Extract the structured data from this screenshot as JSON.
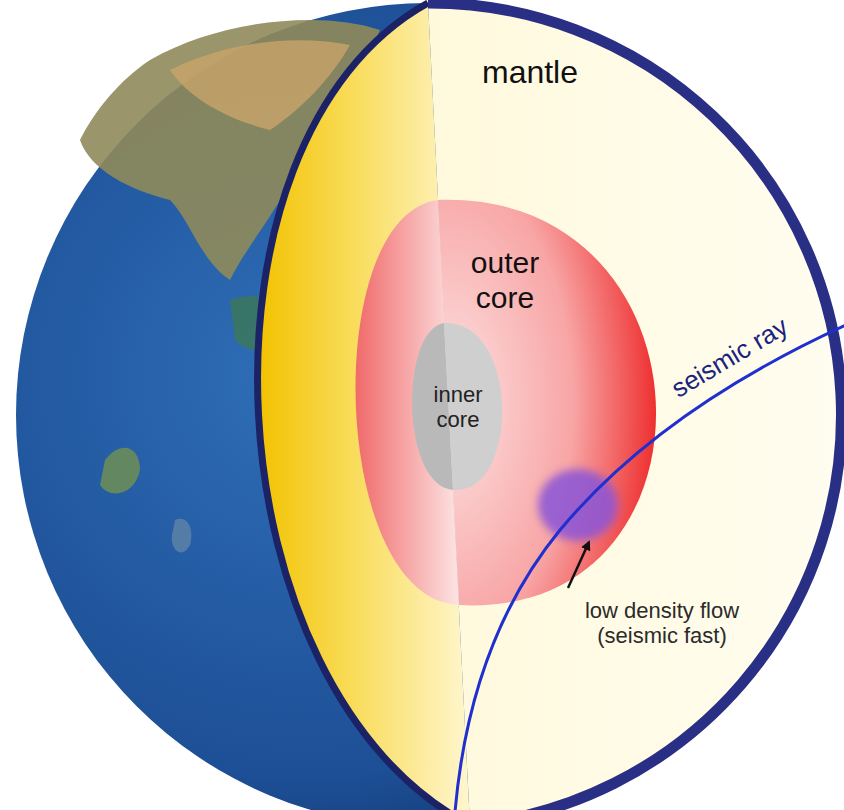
{
  "diagram": {
    "nodes": [
      {
        "text": [
          "mantle"
        ]
      },
      {
        "text": [
          "outer core"
        ],
        "in": 0
      },
      {
        "text": [
          "inner core"
        ],
        "in": 1
      }
    ],
    "labels": [
      "seismic ray",
      "low density flow (seismic fast)"
    ]
  }
}
